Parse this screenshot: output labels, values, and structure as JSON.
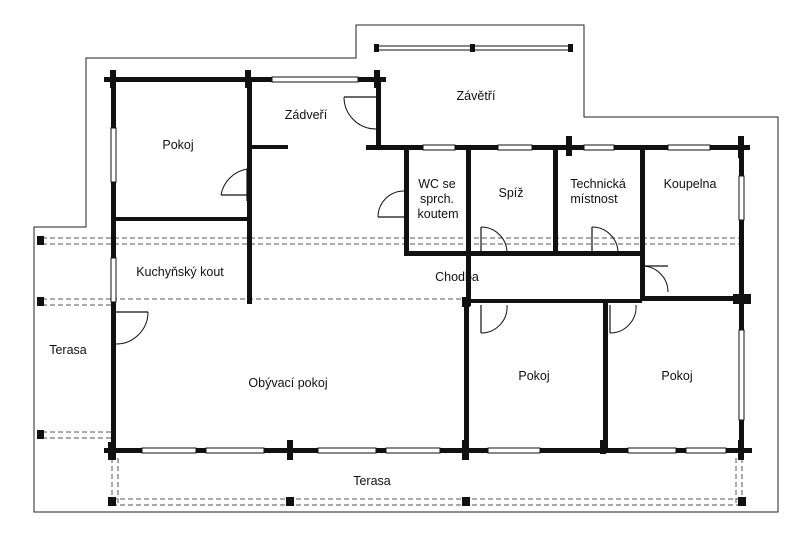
{
  "rooms": {
    "zavetri": "Závětří",
    "zadveri": "Zádveří",
    "pokoj_nw": "Pokoj",
    "wc_line1": "WC se",
    "wc_line2": "sprch.",
    "wc_line3": "koutem",
    "spiz": "Spíž",
    "tech_line1": "Technická",
    "tech_line2": "místnost",
    "koupelna": "Koupelna",
    "kuchynsky_kout": "Kuchyňský kout",
    "chodba": "Chodba",
    "terasa_west": "Terasa",
    "obyvaci_pokoj": "Obývací pokoj",
    "pokoj_mid": "Pokoj",
    "pokoj_east": "Pokoj",
    "terasa_south": "Terasa"
  },
  "colors": {
    "wall": "#111111",
    "background": "#ffffff"
  }
}
